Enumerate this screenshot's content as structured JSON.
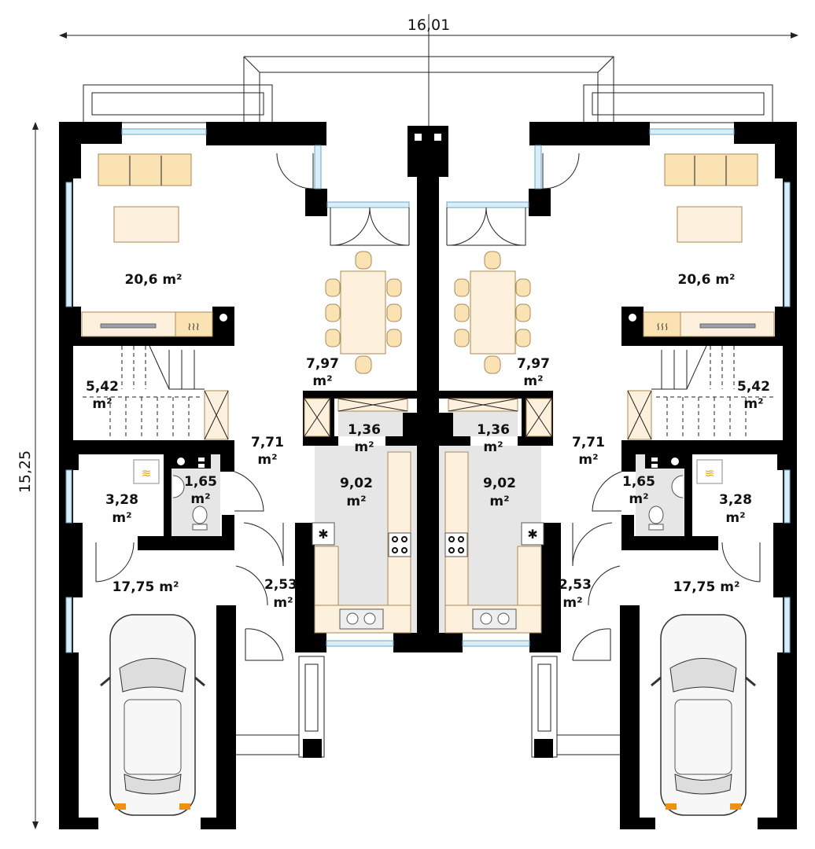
{
  "dimensions": {
    "width": "16,01",
    "height": "15,25"
  },
  "colors": {
    "wall": "#000000",
    "furniture": "#fbe2b3",
    "window": "#dbeef8",
    "wet_room_floor": "#e6e6e6"
  },
  "left_unit": {
    "living": {
      "area": "20,6 m²"
    },
    "stairs": {
      "area": "5,42",
      "unit": "m²"
    },
    "dining": {
      "area": "7,97",
      "unit": "m²"
    },
    "pantry": {
      "area": "1,36",
      "unit": "m²"
    },
    "hall": {
      "area": "7,71",
      "unit": "m²"
    },
    "wc": {
      "area": "1,65",
      "unit": "m²"
    },
    "kitchen": {
      "area": "9,02",
      "unit": "m²"
    },
    "boiler": {
      "area": "3,28",
      "unit": "m²"
    },
    "garage": {
      "area": "17,75 m²"
    },
    "vestibule": {
      "area": "2,53",
      "unit": "m²"
    }
  },
  "right_unit": {
    "living": {
      "area": "20,6 m²"
    },
    "stairs": {
      "area": "5,42",
      "unit": "m²"
    },
    "dining": {
      "area": "7,97",
      "unit": "m²"
    },
    "pantry": {
      "area": "1,36",
      "unit": "m²"
    },
    "hall": {
      "area": "7,71",
      "unit": "m²"
    },
    "wc": {
      "area": "1,65",
      "unit": "m²"
    },
    "kitchen": {
      "area": "9,02",
      "unit": "m²"
    },
    "boiler": {
      "area": "3,28",
      "unit": "m²"
    },
    "garage": {
      "area": "17,75 m²"
    },
    "vestibule": {
      "area": "2,53",
      "unit": "m²"
    }
  }
}
